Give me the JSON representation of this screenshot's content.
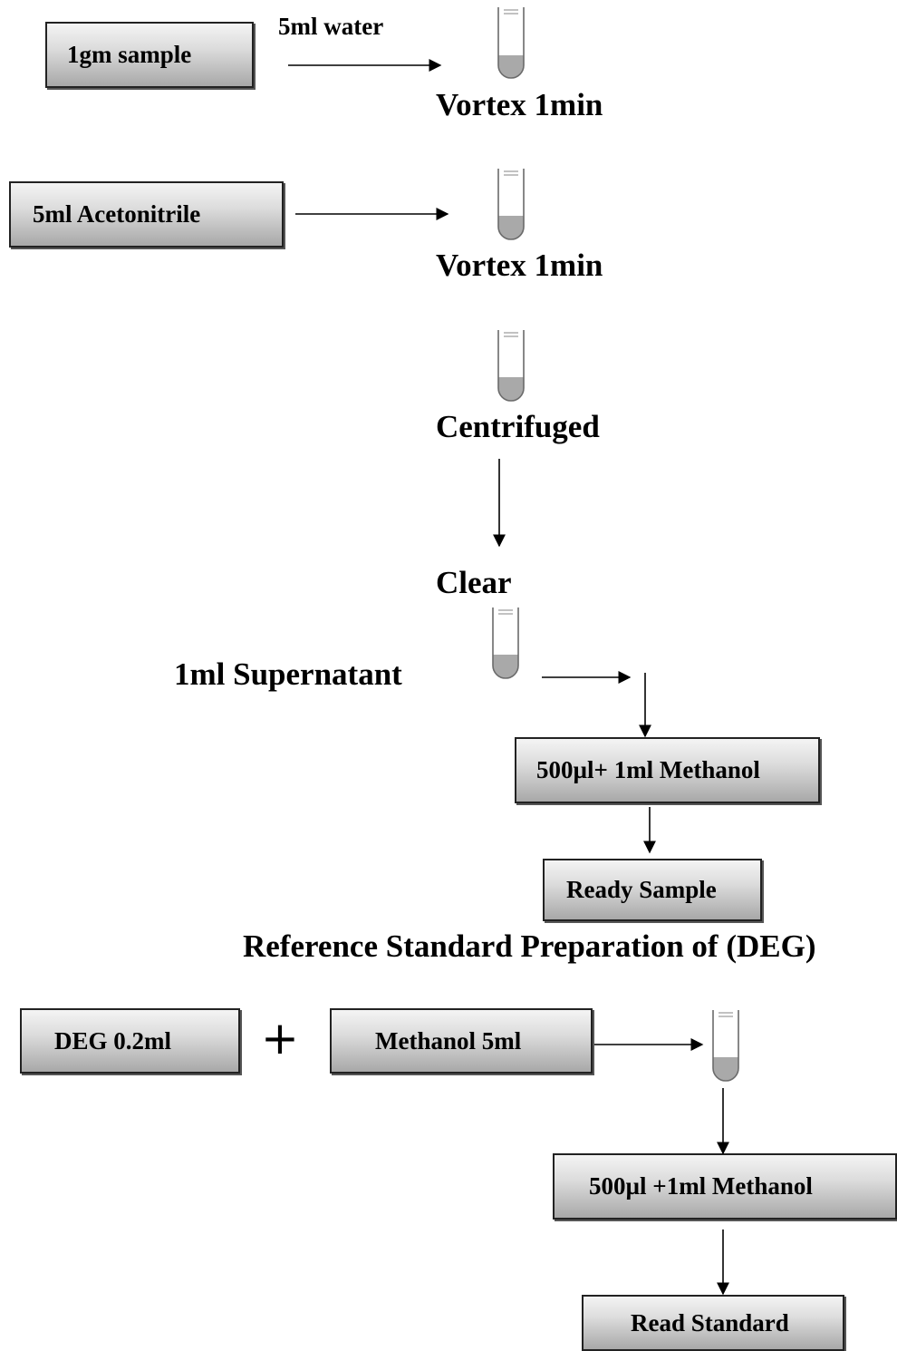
{
  "flow": {
    "sample_box": "1gm sample",
    "water_label": "5ml water",
    "vortex1": "Vortex 1min",
    "acetonitrile_box": "5ml Acetonitrile",
    "vortex2": "Vortex 1min",
    "centrifuged": "Centrifuged",
    "clear": "Clear",
    "supernatant": "1ml Supernatant",
    "methanol_box1": "500µl+ 1ml Methanol",
    "ready_sample": "Ready Sample"
  },
  "reference": {
    "heading": "Reference Standard Preparation of (DEG)",
    "deg_box": "DEG 0.2ml",
    "plus": "+",
    "methanol_box": "Methanol 5ml",
    "methanol_box2": "500µl +1ml Methanol",
    "read_standard": "Read Standard"
  }
}
